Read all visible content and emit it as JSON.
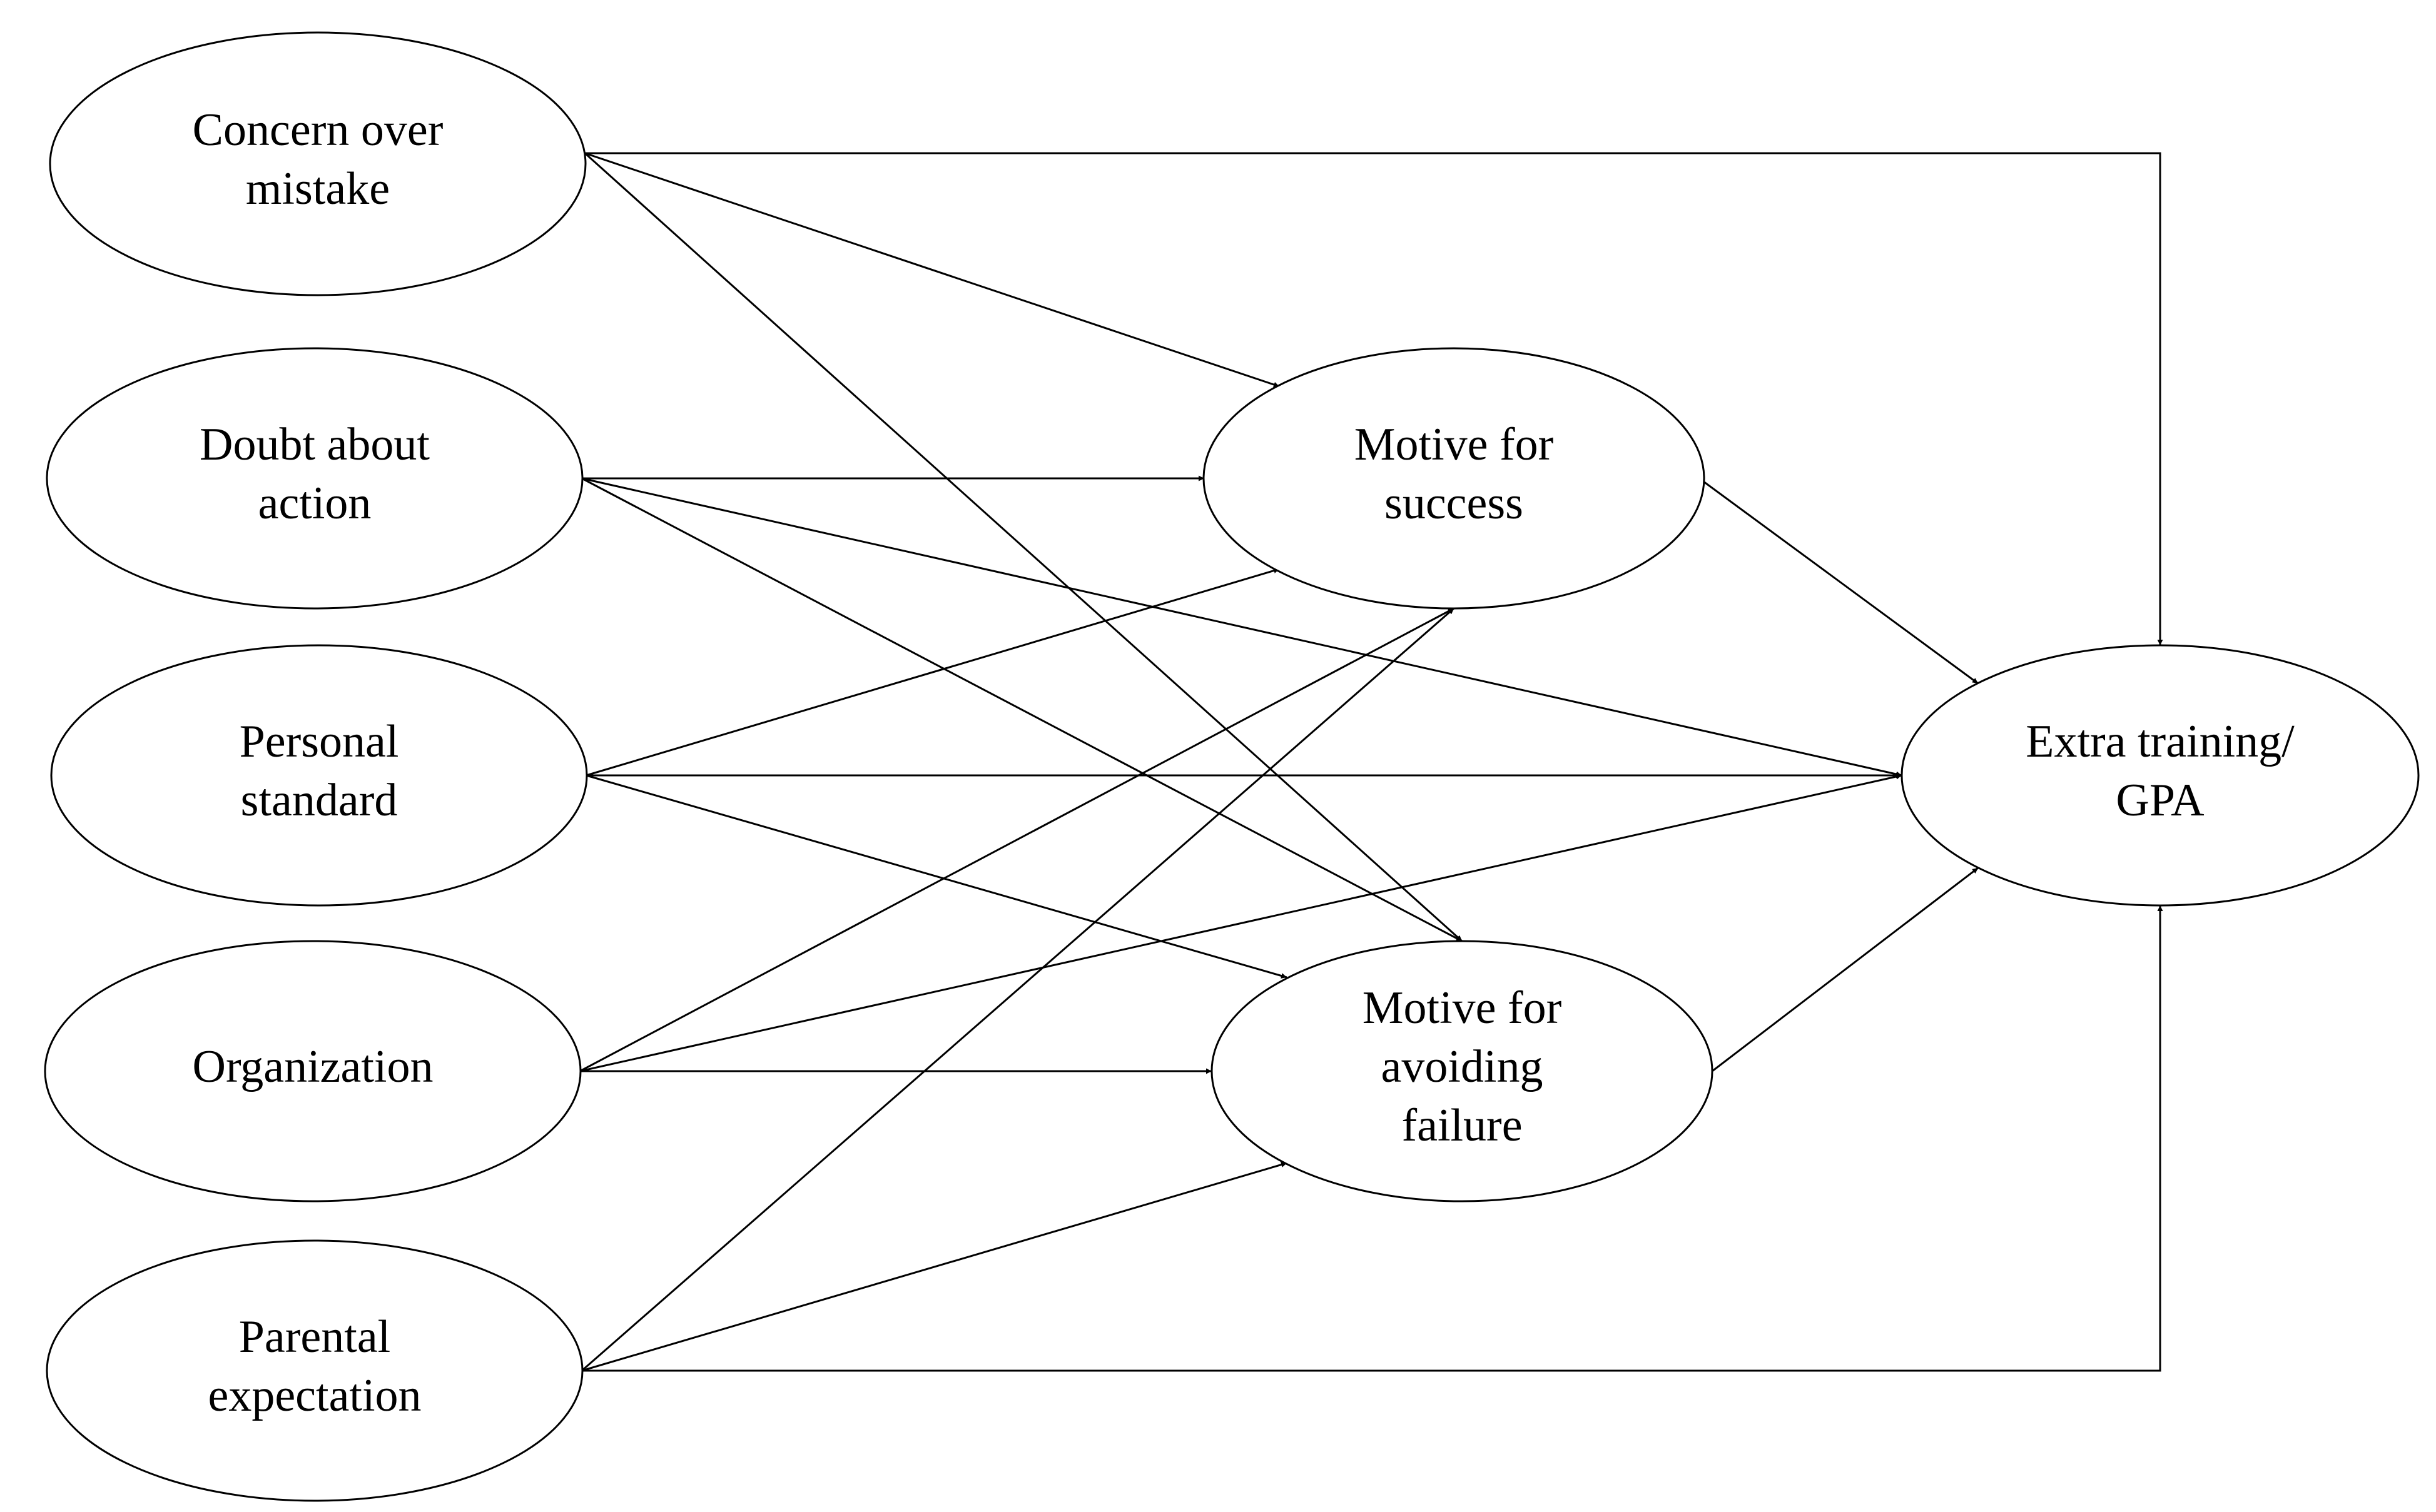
{
  "diagram": {
    "nodes": [
      {
        "id": "cm",
        "lines": [
          "Concern over",
          "mistake"
        ]
      },
      {
        "id": "da",
        "lines": [
          "Doubt about",
          "action"
        ]
      },
      {
        "id": "ps",
        "lines": [
          "Personal",
          "standard"
        ]
      },
      {
        "id": "org",
        "lines": [
          "Organization"
        ]
      },
      {
        "id": "pe",
        "lines": [
          "Parental",
          "expectation"
        ]
      },
      {
        "id": "ms",
        "lines": [
          "Motive for",
          "success"
        ]
      },
      {
        "id": "maf",
        "lines": [
          "Motive for",
          "avoiding",
          "failure"
        ]
      },
      {
        "id": "et",
        "lines": [
          "Extra training/",
          "GPA"
        ]
      }
    ],
    "edges": [
      {
        "from": "cm",
        "to": "ms"
      },
      {
        "from": "cm",
        "to": "maf"
      },
      {
        "from": "cm",
        "to": "et"
      },
      {
        "from": "da",
        "to": "ms"
      },
      {
        "from": "da",
        "to": "maf"
      },
      {
        "from": "da",
        "to": "et"
      },
      {
        "from": "ps",
        "to": "ms"
      },
      {
        "from": "ps",
        "to": "maf"
      },
      {
        "from": "ps",
        "to": "et"
      },
      {
        "from": "org",
        "to": "ms"
      },
      {
        "from": "org",
        "to": "maf"
      },
      {
        "from": "org",
        "to": "et"
      },
      {
        "from": "pe",
        "to": "ms"
      },
      {
        "from": "pe",
        "to": "maf"
      },
      {
        "from": "pe",
        "to": "et"
      },
      {
        "from": "ms",
        "to": "et"
      },
      {
        "from": "maf",
        "to": "et"
      }
    ]
  }
}
